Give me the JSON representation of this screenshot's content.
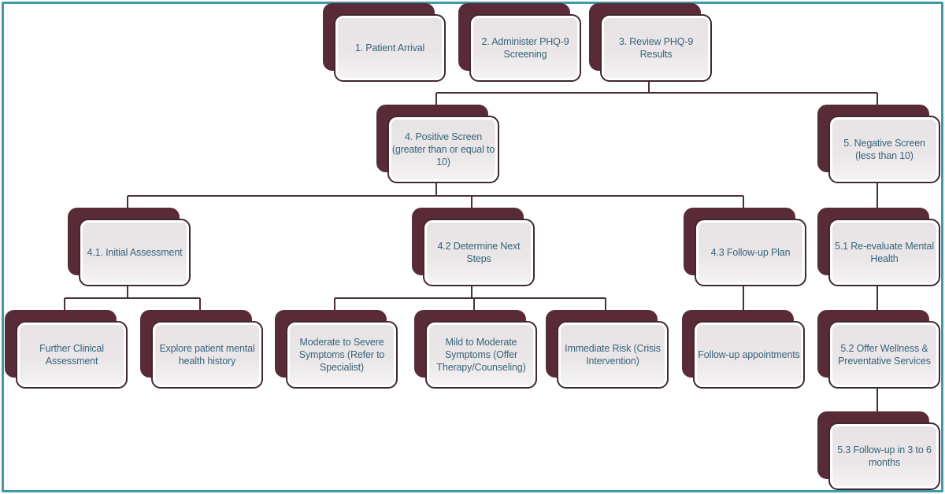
{
  "diagram": {
    "type": "flowchart",
    "nodes": [
      {
        "id": "1",
        "label": "1. Patient Arrival"
      },
      {
        "id": "2",
        "label": "2. Administer PHQ-9 Screening"
      },
      {
        "id": "3",
        "label": "3. Review PHQ-9 Results"
      },
      {
        "id": "4",
        "label": "4. Positive Screen\n(greater than or equal to 10)"
      },
      {
        "id": "5",
        "label": "5. Negative Screen (less than 10)"
      },
      {
        "id": "4.1",
        "label": "4.1. Initial Assessment"
      },
      {
        "id": "4.2",
        "label": "4.2 Determine Next Steps"
      },
      {
        "id": "4.3",
        "label": "4.3 Follow-up Plan"
      },
      {
        "id": "5.1",
        "label": "5.1 Re-evaluate Mental Health"
      },
      {
        "id": "4.1.a",
        "label": "Further Clinical Assessment"
      },
      {
        "id": "4.1.b",
        "label": "Explore patient mental health history"
      },
      {
        "id": "4.2.a",
        "label": "Moderate to Severe Symptoms (Refer to Specialist)"
      },
      {
        "id": "4.2.b",
        "label": "Mild to Moderate Symptoms (Offer Therapy/Counseling)"
      },
      {
        "id": "4.2.c",
        "label": "Immediate Risk (Crisis Intervention)"
      },
      {
        "id": "4.3.a",
        "label": "Follow-up appointments"
      },
      {
        "id": "5.2",
        "label": "5.2 Offer Wellness & Preventative Services"
      },
      {
        "id": "5.3",
        "label": "5.3 Follow-up in 3 to 6 months"
      }
    ],
    "edges": [
      {
        "from": "3",
        "to": "4"
      },
      {
        "from": "3",
        "to": "5"
      },
      {
        "from": "4",
        "to": "4.1"
      },
      {
        "from": "4",
        "to": "4.2"
      },
      {
        "from": "4",
        "to": "4.3"
      },
      {
        "from": "5",
        "to": "5.1"
      },
      {
        "from": "4.1",
        "to": "4.1.a"
      },
      {
        "from": "4.1",
        "to": "4.1.b"
      },
      {
        "from": "4.2",
        "to": "4.2.a"
      },
      {
        "from": "4.2",
        "to": "4.2.b"
      },
      {
        "from": "4.2",
        "to": "4.2.c"
      },
      {
        "from": "4.3",
        "to": "4.3.a"
      },
      {
        "from": "5.1",
        "to": "5.2"
      },
      {
        "from": "5.2",
        "to": "5.3"
      }
    ],
    "colors": {
      "node_fill_top": "#e8e4e6",
      "node_fill_mid": "#eae6e8",
      "node_fill_bottom": "#f5f3f4",
      "node_border": "#402830",
      "node_shadow": "#582b37",
      "connector": "#4a3138",
      "text": "#35647a",
      "frame_border": "#3E9AA8",
      "canvas": "#ffffff"
    }
  }
}
